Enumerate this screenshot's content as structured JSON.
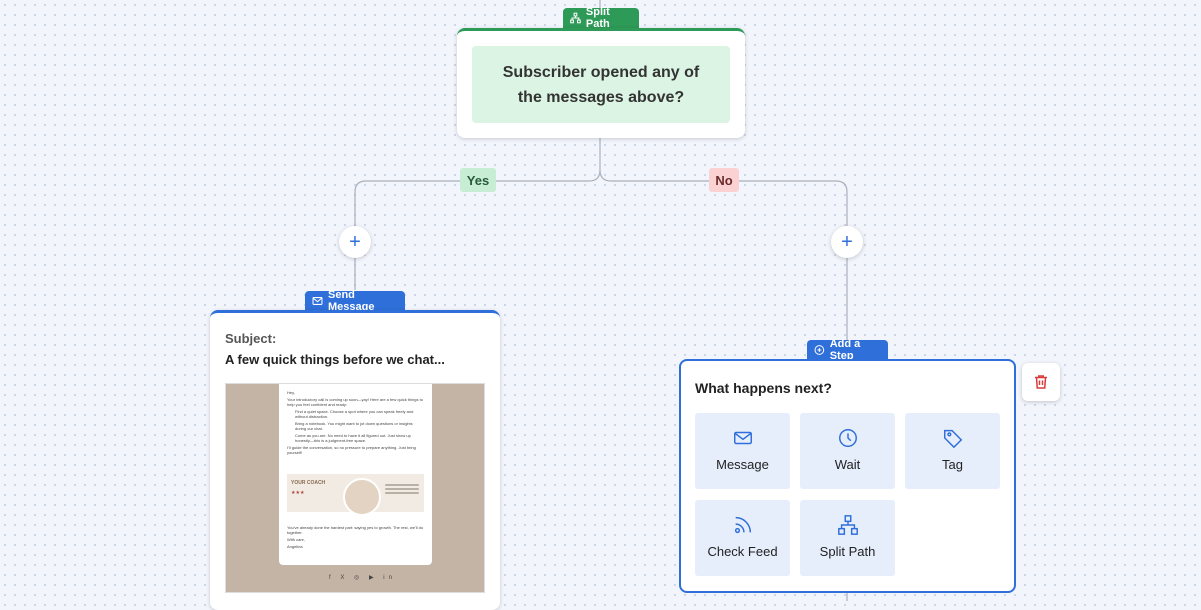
{
  "split_node": {
    "badge_label": "Split Path",
    "condition_line1": "Subscriber opened any of",
    "condition_line2": "the messages above?"
  },
  "branches": {
    "yes_label": "Yes",
    "no_label": "No"
  },
  "add_buttons": {
    "symbol": "+"
  },
  "send_message": {
    "badge_label": "Send Message",
    "subject_label": "Subject:",
    "subject_text": "A few quick things before we chat...",
    "preview": {
      "greeting": "Hey,",
      "intro": "Your introductory call is coming up soon—yay! Here are a few quick things to help you feel confident and ready:",
      "items": [
        "Find a quiet space. Choose a spot where you can speak freely and without distraction.",
        "Bring a notebook. You might want to jot down questions or insights during our chat.",
        "Come as you are. No need to have it all figured out. Just show up honestly—this is a judgment-free space."
      ],
      "closing": "I'll guide the conversation, so no pressure to prepare anything. Just bring yourself!",
      "coach_title": "YOUR COACH",
      "footer_text": "You've already done the hardest part: saying yes to growth. The rest, we'll do together.",
      "sign_off": "With care,",
      "signature": "Angelina",
      "social_icons": [
        "f",
        "X",
        "◎",
        "▶",
        "in"
      ]
    }
  },
  "add_step": {
    "badge_label": "Add a Step",
    "title": "What happens next?",
    "options": [
      {
        "label": "Message",
        "icon": "envelope-icon"
      },
      {
        "label": "Wait",
        "icon": "clock-icon"
      },
      {
        "label": "Tag",
        "icon": "tag-icon"
      },
      {
        "label": "Check Feed",
        "icon": "rss-icon"
      },
      {
        "label": "Split Path",
        "icon": "split-icon"
      }
    ]
  },
  "colors": {
    "accent_blue": "#2f6fd9",
    "split_green": "#2e9a57",
    "delete_red": "#d93a3a"
  }
}
